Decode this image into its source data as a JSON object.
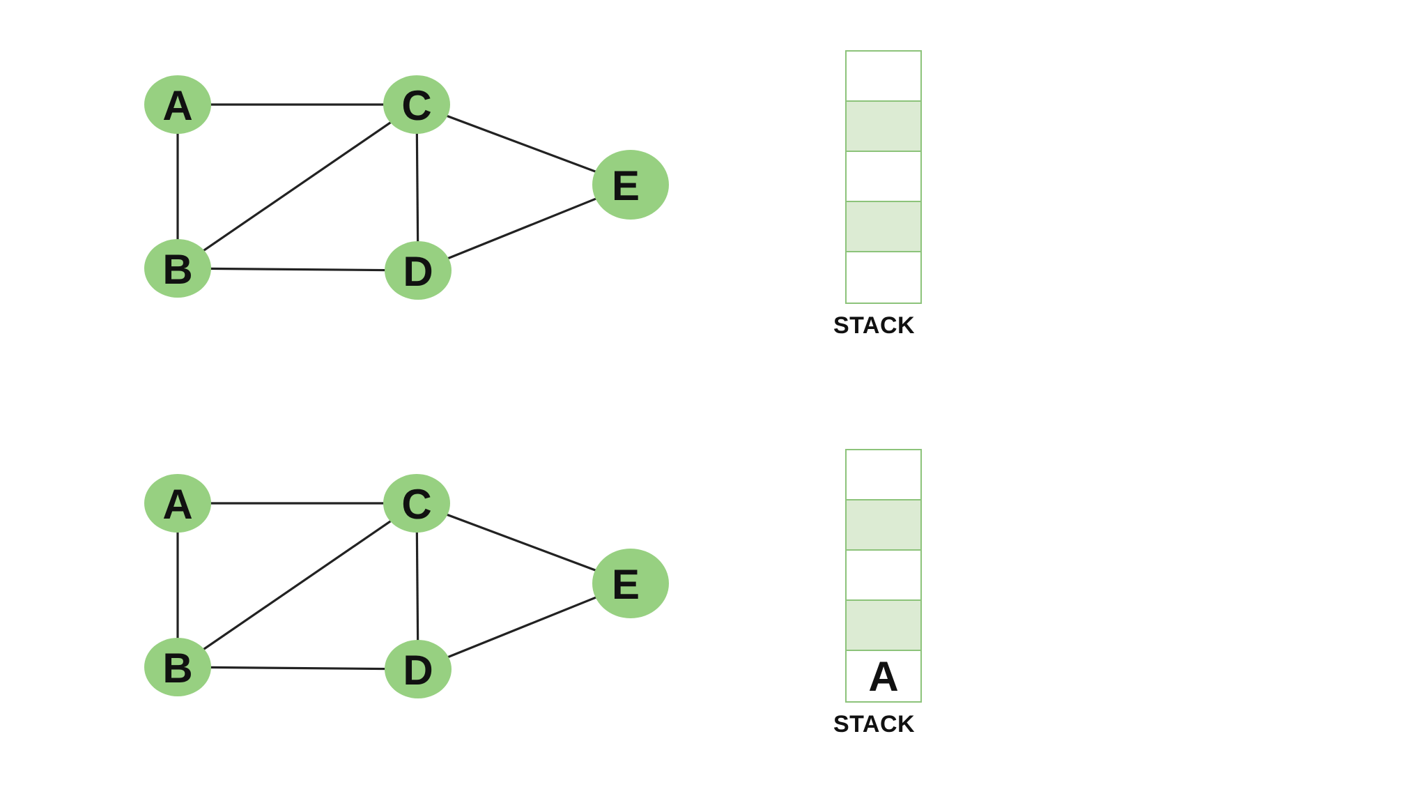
{
  "colors": {
    "node_fill": "#97d081",
    "stack_border": "#8cc37a",
    "stack_shaded": "#dcebd3",
    "stack_plain": "#ffffff"
  },
  "graph": {
    "nodes": [
      "A",
      "B",
      "C",
      "D",
      "E"
    ],
    "edges": [
      [
        "A",
        "C"
      ],
      [
        "A",
        "B"
      ],
      [
        "B",
        "C"
      ],
      [
        "B",
        "D"
      ],
      [
        "C",
        "D"
      ],
      [
        "C",
        "E"
      ],
      [
        "D",
        "E"
      ]
    ]
  },
  "panels": [
    {
      "stack_caption": "STACK",
      "stack_cells": [
        {
          "value": "",
          "shaded": false
        },
        {
          "value": "",
          "shaded": true
        },
        {
          "value": "",
          "shaded": false
        },
        {
          "value": "",
          "shaded": true
        },
        {
          "value": "",
          "shaded": false
        }
      ]
    },
    {
      "stack_caption": "STACK",
      "stack_cells": [
        {
          "value": "",
          "shaded": false
        },
        {
          "value": "",
          "shaded": true
        },
        {
          "value": "",
          "shaded": false
        },
        {
          "value": "",
          "shaded": true
        },
        {
          "value": "A",
          "shaded": false
        }
      ]
    }
  ]
}
